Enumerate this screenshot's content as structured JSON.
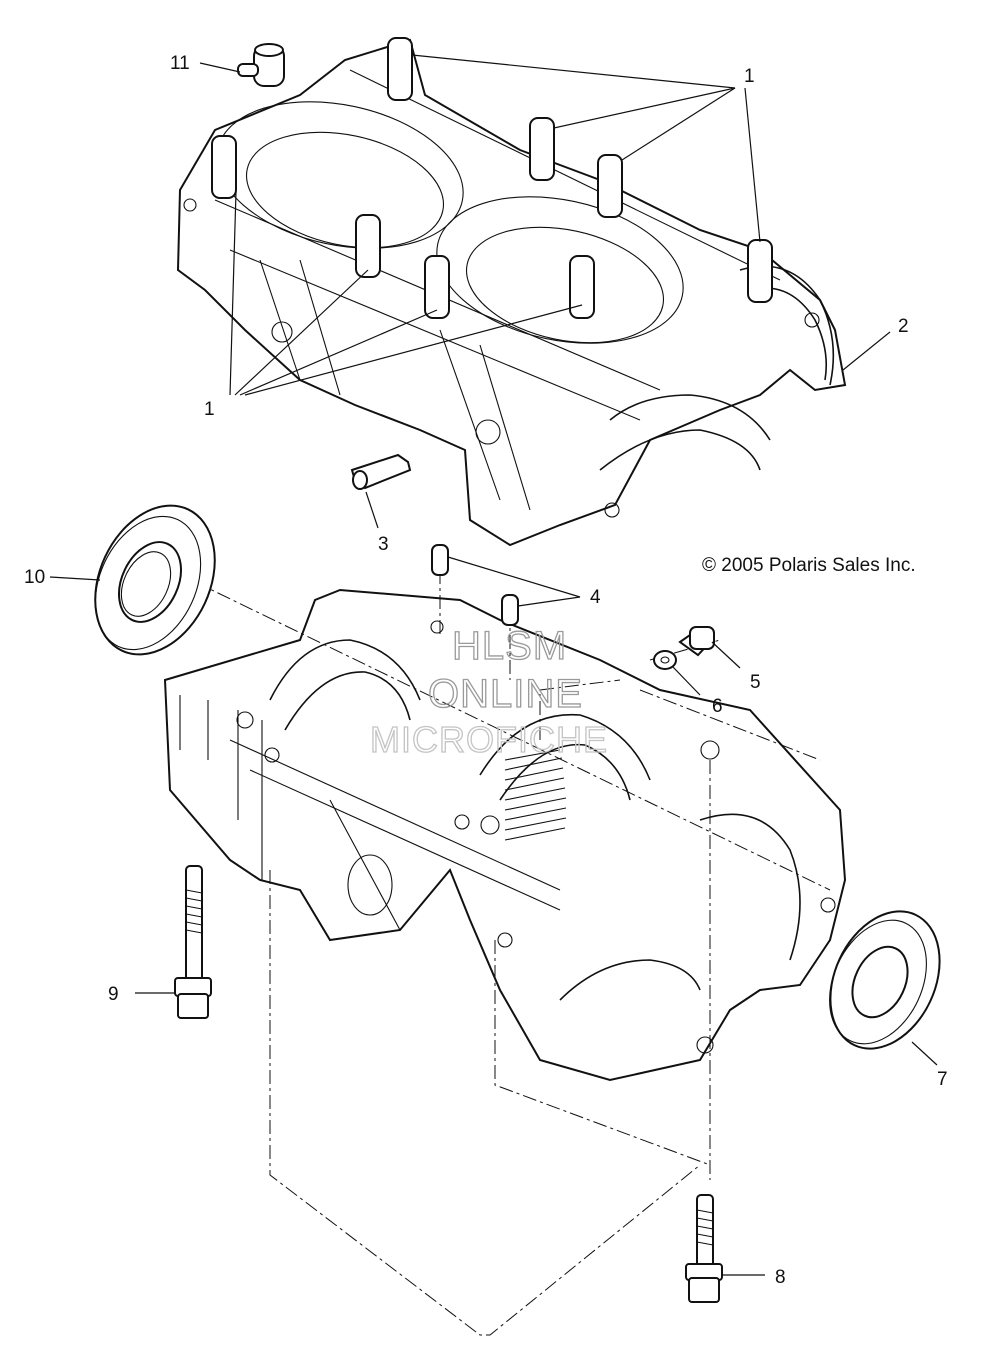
{
  "diagram": {
    "callouts": {
      "c1a": "1",
      "c1b": "1",
      "c2": "2",
      "c3": "3",
      "c4": "4",
      "c5": "5",
      "c6": "6",
      "c7": "7",
      "c8": "8",
      "c9": "9",
      "c10": "10",
      "c11": "11"
    },
    "copyright": "© 2005 Polaris Sales Inc.",
    "watermark": [
      "HLSM",
      "ONLINE",
      "MICROFICHE"
    ]
  }
}
